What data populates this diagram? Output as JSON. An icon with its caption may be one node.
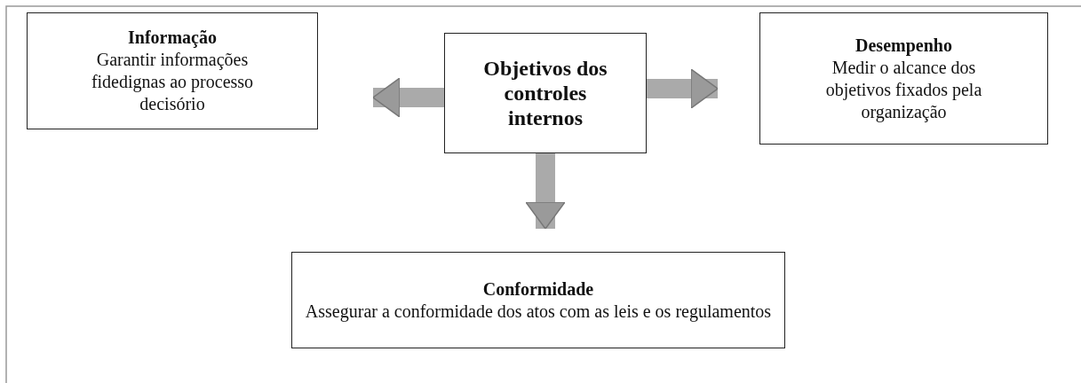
{
  "diagram": {
    "nodes": [
      {
        "text": [
          "Informação",
          "Garantir informações fidedignas ao processo decisório"
        ]
      },
      {
        "text": [
          "Objetivos dos controles internos"
        ]
      },
      {
        "text": [
          "Desempenho",
          "Medir o alcance dos objetivos fixados pela organização"
        ]
      },
      {
        "text": [
          "Conformidade",
          "Assegurar a conformidade dos atos com as leis e os regulamentos"
        ]
      }
    ],
    "edges": [
      {
        "from": 1,
        "to": 0,
        "arrow": "to"
      },
      {
        "from": 1,
        "to": 2,
        "arrow": "to"
      },
      {
        "from": 1,
        "to": 3,
        "arrow": "to"
      }
    ]
  }
}
